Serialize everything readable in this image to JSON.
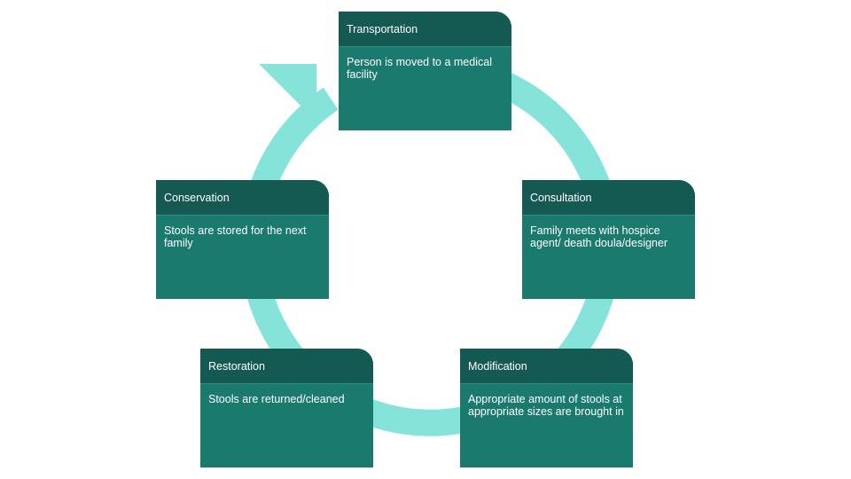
{
  "colors": {
    "ring": "#86e3da",
    "card_body": "#1b7a6e",
    "card_header": "#145a52",
    "text": "#ffffff"
  },
  "steps": [
    {
      "title": "Transportation",
      "description": "Person is moved to a medical facility"
    },
    {
      "title": "Consultation",
      "description": "Family meets with hospice agent/ death doula/designer"
    },
    {
      "title": "Modification",
      "description": "Appropriate amount of stools at appropriate sizes are brought in"
    },
    {
      "title": "Restoration",
      "description": "Stools are returned/cleaned"
    },
    {
      "title": "Conservation",
      "description": "Stools are stored for the next family"
    }
  ]
}
